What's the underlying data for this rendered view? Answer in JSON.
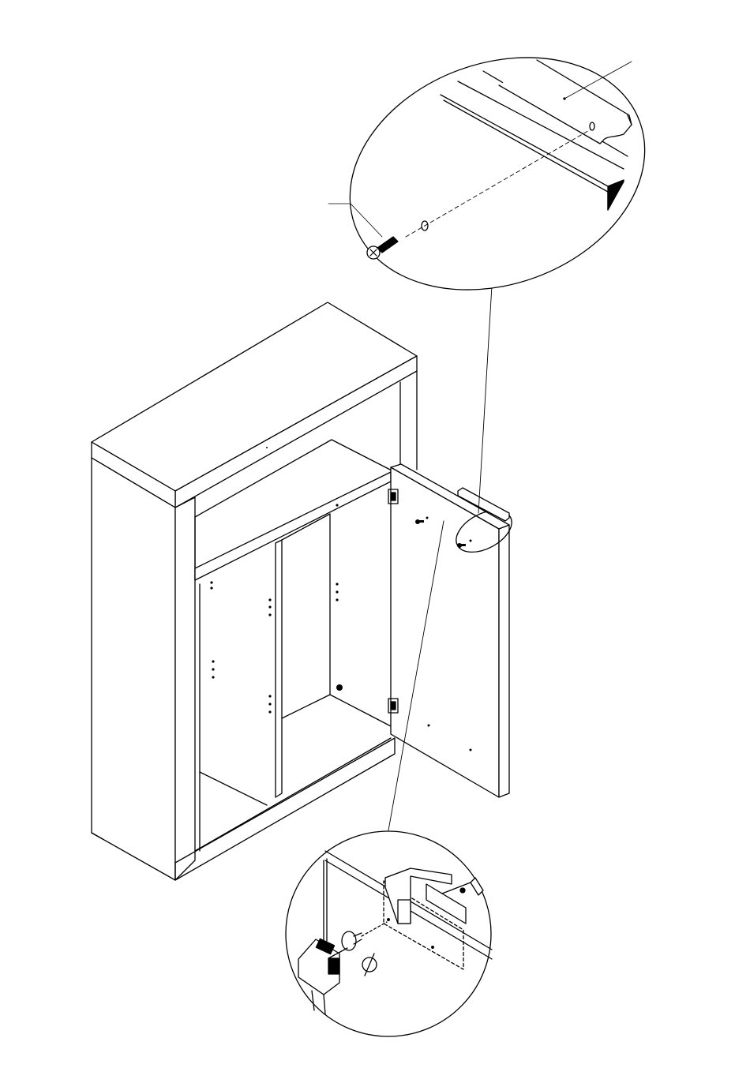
{
  "diagram": {
    "kind": "assembly-instruction",
    "line_color": "#000000",
    "fill_color": "#ffffff",
    "shade_color": "#000000",
    "parts": [
      {
        "id": "cabinet",
        "icon": "cabinet-icon"
      },
      {
        "id": "door",
        "icon": "door-panel-icon"
      },
      {
        "id": "handle",
        "icon": "handle-bar-icon"
      },
      {
        "id": "screw",
        "icon": "screw-icon"
      },
      {
        "id": "drill",
        "icon": "drill-icon"
      },
      {
        "id": "clamp",
        "icon": "clamp-jig-icon"
      }
    ],
    "callouts": [
      {
        "id": "top-detail",
        "shows": "handle-screw-attachment"
      },
      {
        "id": "bottom-detail",
        "shows": "drilling-handle-holes-with-jig"
      }
    ],
    "text_labels": []
  }
}
